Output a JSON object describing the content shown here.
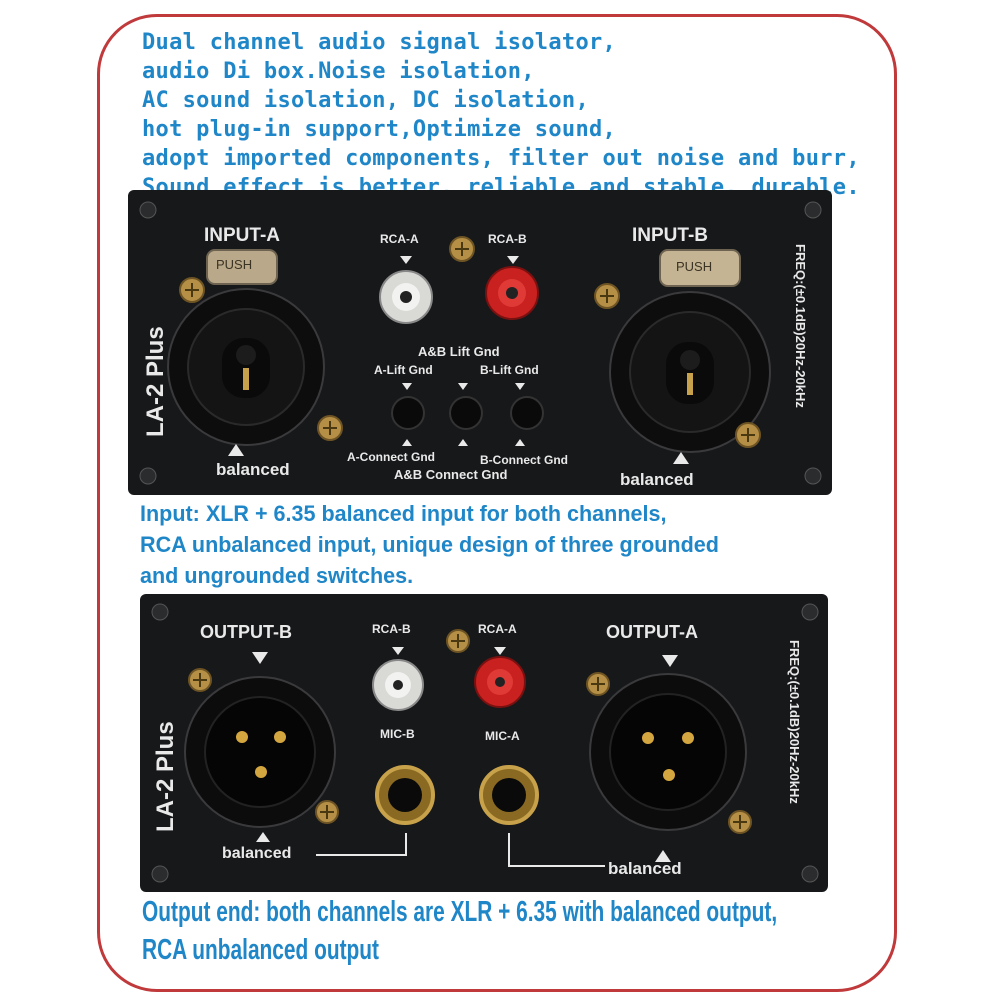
{
  "frame_color": "#c0393b",
  "caption_color": "#1f86c8",
  "captions": {
    "top": [
      "Dual channel audio signal isolator,",
      "audio Di box.Noise isolation,",
      "AC sound isolation, DC isolation,",
      "hot plug-in support,Optimize sound,",
      "adopt imported components, filter out noise and burr,",
      "Sound effect is better, reliable and stable, durable."
    ],
    "middle": [
      "Input: XLR + 6.35 balanced input for both channels,",
      "RCA unbalanced input, unique design of three grounded",
      "and ungrounded switches."
    ],
    "bottom": [
      "Output end: both channels are XLR + 6.35 with balanced output,",
      "RCA unbalanced output"
    ]
  },
  "input_panel": {
    "model": "LA-2 Plus",
    "freq": "FREQ:(±0.1dB)20Hz-20kHz",
    "input_a": "INPUT-A",
    "input_b": "INPUT-B",
    "push_a": "PUSH",
    "push_b": "PUSH",
    "rca_a": "RCA-A",
    "rca_b": "RCA-B",
    "lift_title": "A&B Lift Gnd",
    "a_lift": "A-Lift Gnd",
    "b_lift": "B-Lift Gnd",
    "a_connect": "A-Connect Gnd",
    "b_connect": "B-Connect Gnd",
    "connect_title": "A&B Connect Gnd",
    "balanced_left": "balanced",
    "balanced_right": "balanced"
  },
  "output_panel": {
    "model": "LA-2 Plus",
    "freq": "FREQ:(±0.1dB)20Hz-20kHz",
    "output_b": "OUTPUT-B",
    "output_a": "OUTPUT-A",
    "rca_b": "RCA-B",
    "rca_a": "RCA-A",
    "mic_b": "MIC-B",
    "mic_a": "MIC-A",
    "balanced_left": "balanced",
    "balanced_right": "balanced"
  }
}
